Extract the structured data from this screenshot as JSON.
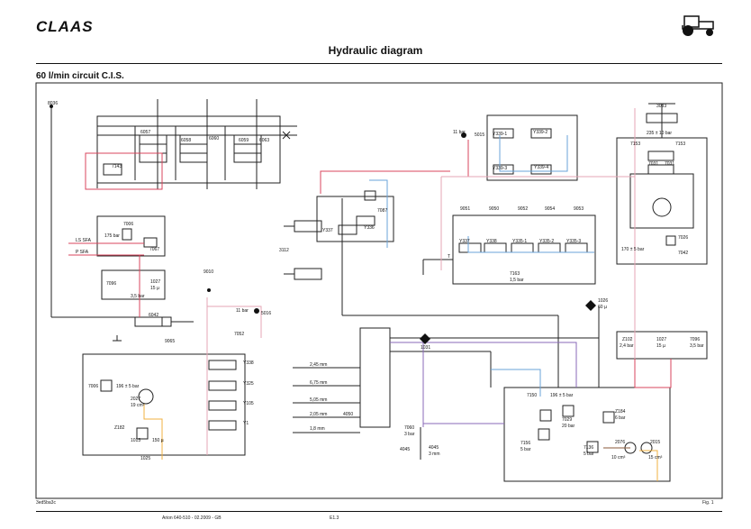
{
  "header": {
    "logo_text": "CLAAS",
    "logo_icon": "tractor-icon"
  },
  "page": {
    "title": "Hydraulic diagram",
    "subtitle": "60 l/min circuit C.I.S."
  },
  "footer": {
    "left_code": "3ed5ba3c",
    "center_ref": "Arion 640-510 - 02.2009 - GB",
    "page_code": "E1.3",
    "right": "Fig. 1"
  },
  "colors": {
    "line": "#222222",
    "red": "#d9445c",
    "pink": "#e6a6b4",
    "blue": "#6aa3d8",
    "purple": "#8a6ab8",
    "orange": "#f0b040",
    "brown": "#8a5a3a"
  },
  "labels": {
    "l8036": "8036",
    "l6057": "6057",
    "l6058": "6058",
    "l6060": "6060",
    "l6059": "6059",
    "l6063": "6063",
    "l7143": "7143",
    "l7006": "7006",
    "l175": "175 bar",
    "l7067": "7067",
    "lssfa": "LS SFA",
    "lpsfa": "P SFA",
    "l7096a": "7096",
    "l1027a": "1027",
    "l15a": "15 µ",
    "l35a": "3,5 bar",
    "l9010": "9010",
    "l6042": "6042",
    "l9065": "9065",
    "l11a": "11 bar",
    "l5016a": "5016",
    "l7052": "7052",
    "l3112": "3112",
    "ly337": "Y337",
    "ly336": "Y336",
    "l7087": "7087",
    "l11b": "11 bar",
    "l5015": "5015",
    "ly3391": "Y339-1",
    "ly3392": "Y339-2",
    "ly3393": "Y339-3",
    "ly3394": "Y339-4",
    "l9051": "9051",
    "l9050": "9050",
    "l9052": "9052",
    "l9054": "9054",
    "l9053": "9053",
    "ly337b": "Y337",
    "ly338": "Y338",
    "ly3351": "Y335-1",
    "ly3352": "Y335-2",
    "ly3353": "Y335-3",
    "l7163": "7163",
    "l15b": "1,5 bar",
    "lt": "T",
    "l3033": "3033",
    "l235": "235 ± 10 bar",
    "l7153a": "7153",
    "l7153b": "7153",
    "l7031a": "7031",
    "l7031b": "7031",
    "l170": "170 ± 5 bar",
    "l7026": "7026",
    "l7042": "7042",
    "l1026": "1026",
    "l60": "60 µ",
    "lz102": "Z102",
    "l24": "2,4 bar",
    "l1027b": "1027",
    "l15c": "15 µ",
    "l7096b": "7096",
    "l35b": "3,5 bar",
    "l1031": "1031",
    "ly338b": "Y338",
    "ly325": "Y325",
    "ly105": "Y105",
    "ly1": "Y1",
    "l7006b": "7006",
    "l196a": "196 ± 5 bar",
    "l2027": "2027",
    "l19cm": "19 cm³",
    "lz182": "Z182",
    "l1013": "1013",
    "l150": "150 µ",
    "l1025": "1025",
    "l245": "2,45 mm",
    "l675": "6,75 mm",
    "l505": "5,05 mm",
    "l205": "2,05 mm",
    "l18": "1,8 mm",
    "l4050": "4050",
    "l7060": "7060",
    "l3bara": "3 bar",
    "l4045a": "4045",
    "l4045b": "4045",
    "l3mm": "3 mm",
    "l7150": "7150",
    "l196b": "196 ± 5 bar",
    "l7029": "7029",
    "l20bar": "20 bar",
    "lz184": "Z184",
    "l6bar": "6 bar",
    "l7156": "7156",
    "l5bara": "5 bar",
    "l7136": "7136",
    "l5barb": "5 bar",
    "l2076": "2076",
    "l10cm": "10 cm³",
    "l2015": "2015",
    "l15cm": "15 cm³"
  }
}
